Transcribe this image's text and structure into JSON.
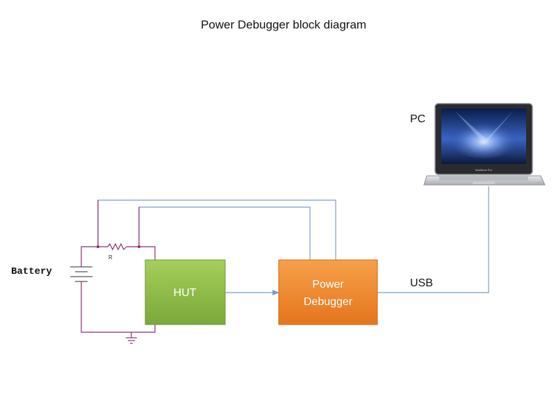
{
  "title": "Power Debugger block diagram",
  "nodes": {
    "hut": {
      "label": "HUT",
      "color": "#8cba45"
    },
    "power_debugger": {
      "label_line1": "Power",
      "label_line2": "Debugger",
      "color": "#f28a2a"
    },
    "pc": {
      "label": "PC"
    }
  },
  "labels": {
    "battery": "Battery",
    "resistor": "R",
    "usb": "USB"
  },
  "colors": {
    "circuit_wire": "#8b2d6e",
    "signal_wire": "#7b9cc4"
  },
  "icons": [
    "laptop-icon",
    "battery-icon",
    "resistor-icon",
    "ground-icon"
  ]
}
